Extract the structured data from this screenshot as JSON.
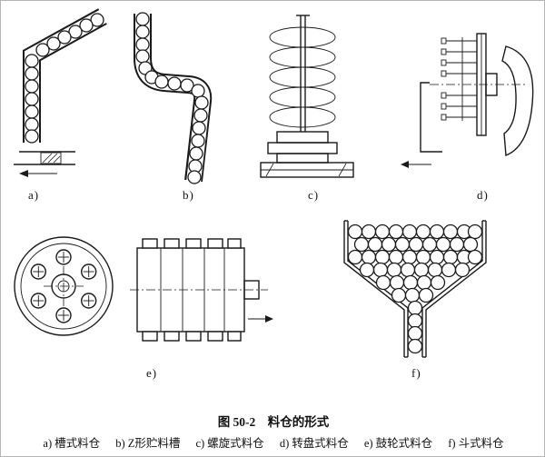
{
  "figure": {
    "title": "图 50-2　料仓的形式",
    "items": [
      {
        "marker": "a)",
        "name": "槽式料仓"
      },
      {
        "marker": "b)",
        "name": "Z形贮料槽"
      },
      {
        "marker": "c)",
        "name": "螺旋式料仓"
      },
      {
        "marker": "d)",
        "name": "转盘式料仓"
      },
      {
        "marker": "e)",
        "name": "鼓轮式料仓"
      },
      {
        "marker": "f)",
        "name": "斗式料仓"
      }
    ],
    "sub_labels": {
      "a": "a)",
      "b": "b)",
      "c": "c)",
      "d": "d)",
      "e": "e)",
      "f": "f)"
    }
  }
}
